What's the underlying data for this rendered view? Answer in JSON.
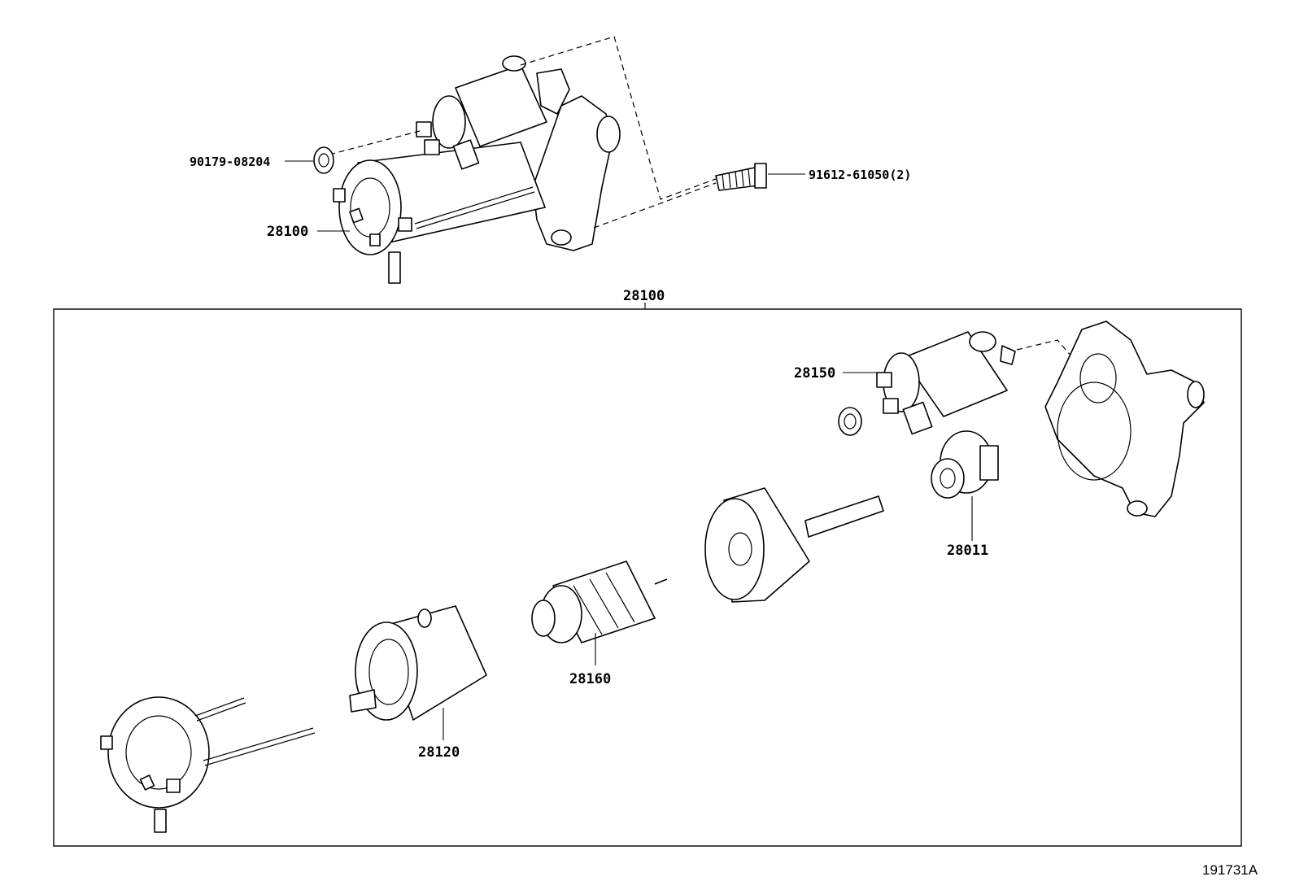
{
  "diagram": {
    "diagram_id": "191731A",
    "labels": {
      "nut": "90179-08204",
      "bolt": "91612-61050(2)",
      "starter_assy": "28100",
      "kit_header": "28100",
      "solenoid": "28150",
      "pinion_clutch": "28011",
      "armature": "28160",
      "yoke": "28120"
    }
  }
}
